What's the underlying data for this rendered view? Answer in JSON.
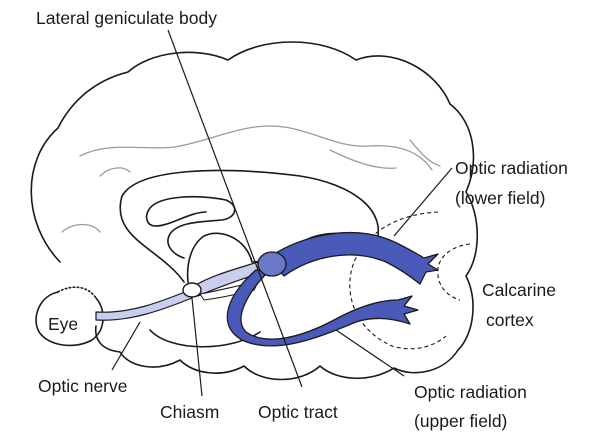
{
  "labels": {
    "lateral_geniculate_body": "Lateral geniculate body",
    "optic_radiation_lower_line1": "Optic radiation",
    "optic_radiation_lower_line2": "(lower field)",
    "calcarine_line1": "Calcarine",
    "calcarine_line2": "cortex",
    "eye": "Eye",
    "optic_nerve": "Optic nerve",
    "chiasm": "Chiasm",
    "optic_tract": "Optic tract",
    "optic_radiation_upper_line1": "Optic radiation",
    "optic_radiation_upper_line2": "(upper field)"
  },
  "colors": {
    "pathway": "#4a5ab8",
    "pathway_light": "#c9cdee",
    "outline": "#1a1a1a",
    "sulcus": "#9a9a9a",
    "background": "#ffffff"
  }
}
